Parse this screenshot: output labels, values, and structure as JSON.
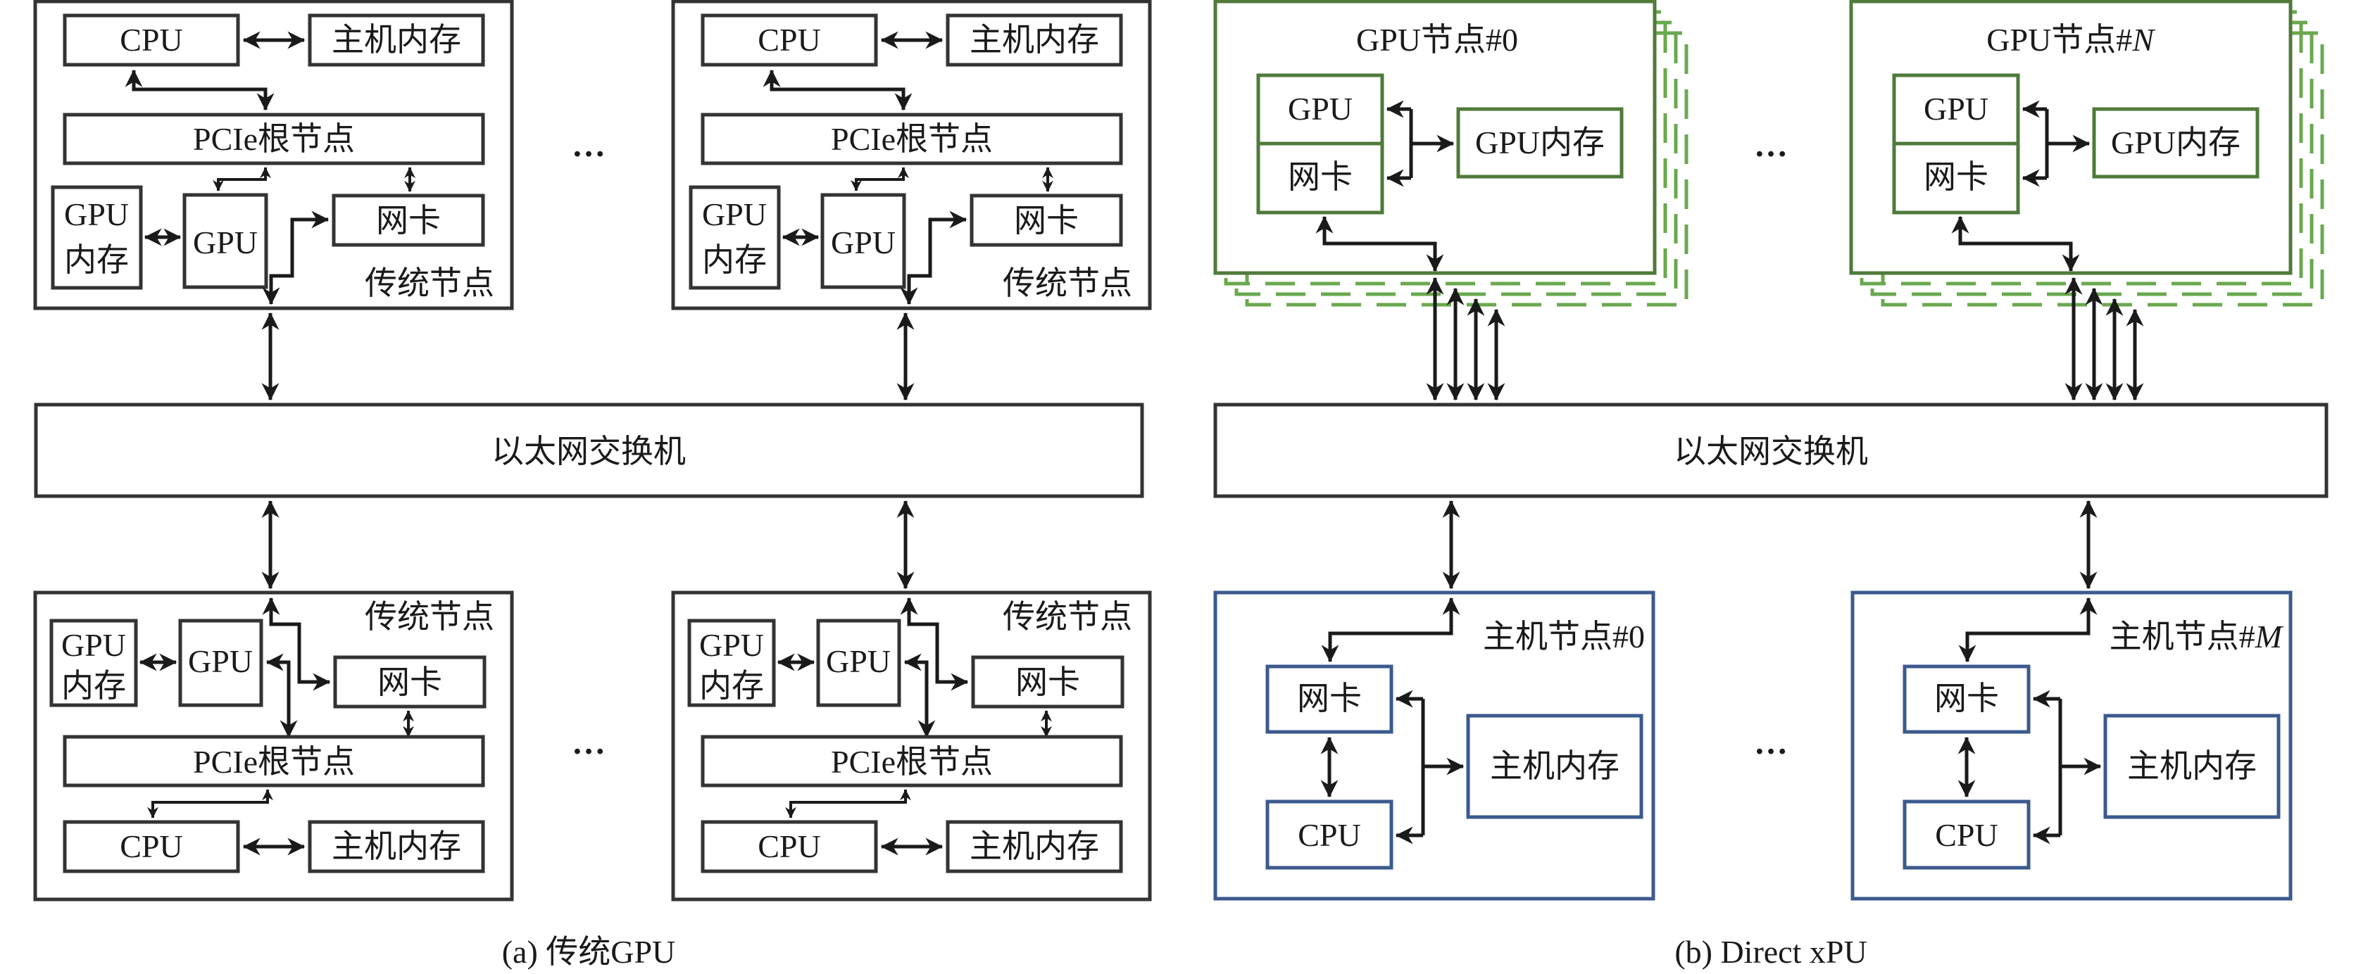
{
  "colors": {
    "traditional_border": "#333333",
    "gpu_node_border": "#4f7a3a",
    "gpu_node_shadow": "#6aa84f",
    "host_node_border": "#3b5a8e",
    "arrow": "#1a1a1a"
  },
  "panel_a": {
    "caption": "(a)  传统GPU",
    "switch_label": "以太网交换机",
    "ellipsis": "…",
    "node_label": "传统节点",
    "components": {
      "cpu": "CPU",
      "host_mem": "主机内存",
      "pcie_root": "PCIe根节点",
      "gpu_mem": "GPU内存",
      "gpu_mem_line1": "GPU",
      "gpu_mem_line2": "内存",
      "gpu": "GPU",
      "nic": "网卡"
    },
    "nodes_top": [
      "传统节点",
      "传统节点"
    ],
    "nodes_bottom": [
      "传统节点",
      "传统节点"
    ]
  },
  "panel_b": {
    "caption": "(b)  Direct xPU",
    "switch_label": "以太网交换机",
    "ellipsis": "…",
    "gpu_nodes": [
      {
        "label": "GPU节点#0",
        "prefix": "GPU节点#",
        "index": "0",
        "italic_index": false
      },
      {
        "label": "GPU节点#N",
        "prefix": "GPU节点#",
        "index": "N",
        "italic_index": true
      }
    ],
    "host_nodes": [
      {
        "label": "主机节点#0",
        "prefix": "主机节点#",
        "index": "0",
        "italic_index": false
      },
      {
        "label": "主机节点#M",
        "prefix": "主机节点#",
        "index": "M",
        "italic_index": true
      }
    ],
    "gpu_node_components": {
      "gpu": "GPU",
      "nic": "网卡",
      "gpu_mem": "GPU内存"
    },
    "host_node_components": {
      "nic": "网卡",
      "cpu": "CPU",
      "host_mem": "主机内存"
    },
    "links_per_gpu_node": 4
  }
}
